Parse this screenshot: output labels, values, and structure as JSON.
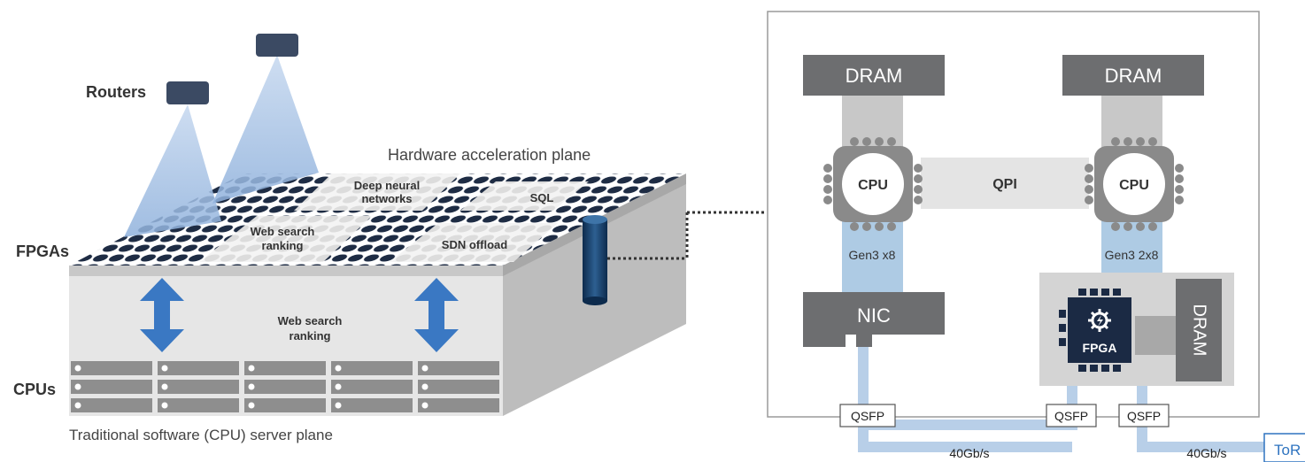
{
  "left": {
    "routers_label": "Routers",
    "fpgas_label": "FPGAs",
    "cpus_label": "CPUs",
    "plane_top_label": "Hardware acceleration plane",
    "plane_bottom_label": "Traditional software (CPU) server plane",
    "regions": {
      "dnn_line1": "Deep neural",
      "dnn_line2": "networks",
      "sql": "SQL",
      "web_line1": "Web search",
      "web_line2": "ranking",
      "sdn": "SDN offload",
      "lower_line1": "Web search",
      "lower_line2": "ranking"
    }
  },
  "right": {
    "dram_left": "DRAM",
    "dram_right": "DRAM",
    "cpu_left": "CPU",
    "cpu_right": "CPU",
    "qpi": "QPI",
    "gen3_left": "Gen3 x8",
    "gen3_right": "Gen3 2x8",
    "nic": "NIC",
    "fpga": "FPGA",
    "dram_side": "DRAM",
    "qsfp_1": "QSFP",
    "qsfp_2": "QSFP",
    "qsfp_3": "QSFP",
    "speed_1": "40Gb/s",
    "speed_2": "40Gb/s",
    "tor": "ToR"
  },
  "colors": {
    "dram_dark": "#6d6e70",
    "bus_gray": "#c8c8c8",
    "pcie_blue": "#aecbe4",
    "chip_dark": "#1b2a44",
    "arrow_blue": "#3a78c3",
    "tor_blue": "#2f74c0"
  }
}
